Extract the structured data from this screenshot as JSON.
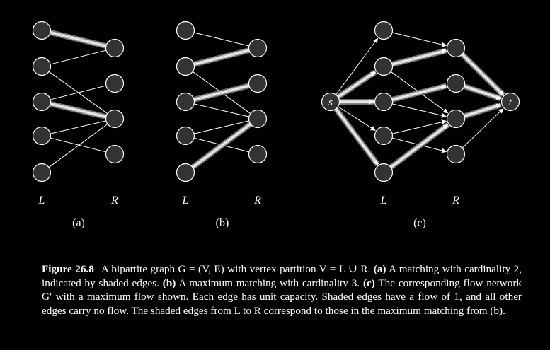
{
  "panels": [
    {
      "id": "a",
      "label": "(a)",
      "left_label": "L",
      "right_label": "R",
      "left_nodes": 5,
      "right_nodes": 4,
      "edges": [
        [
          0,
          0
        ],
        [
          1,
          0
        ],
        [
          1,
          2
        ],
        [
          2,
          1
        ],
        [
          2,
          2
        ],
        [
          3,
          2
        ],
        [
          3,
          3
        ],
        [
          4,
          2
        ]
      ],
      "shaded_edges": [
        [
          0,
          0
        ],
        [
          2,
          2
        ]
      ]
    },
    {
      "id": "b",
      "label": "(b)",
      "left_label": "L",
      "right_label": "R",
      "left_nodes": 5,
      "right_nodes": 4,
      "edges": [
        [
          0,
          0
        ],
        [
          1,
          0
        ],
        [
          1,
          2
        ],
        [
          2,
          1
        ],
        [
          2,
          2
        ],
        [
          3,
          2
        ],
        [
          3,
          3
        ],
        [
          4,
          2
        ]
      ],
      "shaded_edges": [
        [
          1,
          0
        ],
        [
          2,
          1
        ],
        [
          4,
          2
        ]
      ]
    },
    {
      "id": "c",
      "label": "(c)",
      "left_label": "L",
      "right_label": "R",
      "source_label": "s",
      "sink_label": "t",
      "left_nodes": 5,
      "right_nodes": 4,
      "edges": [
        [
          0,
          0
        ],
        [
          1,
          0
        ],
        [
          1,
          2
        ],
        [
          2,
          1
        ],
        [
          2,
          2
        ],
        [
          3,
          2
        ],
        [
          3,
          3
        ],
        [
          4,
          2
        ]
      ],
      "shaded_edges": [
        [
          1,
          0
        ],
        [
          2,
          1
        ],
        [
          4,
          2
        ]
      ],
      "shaded_source_edges": [
        1,
        2,
        4
      ],
      "shaded_sink_edges": [
        0,
        1,
        2
      ]
    }
  ],
  "caption": {
    "figure_label": "Figure 26.8",
    "part1": "A bipartite graph G = (V, E) with vertex partition V = L ∪ R.",
    "a_label": "(a)",
    "a_text": "A matching with cardinality 2, indicated by shaded edges.",
    "b_label": "(b)",
    "b_text": "A maximum matching with cardinality 3.",
    "c_label": "(c)",
    "c_text": "The corresponding flow network G′ with a maximum flow shown. Each edge has unit capacity. Shaded edges have a flow of 1, and all other edges carry no flow. The shaded edges from L to R correspond to those in the maximum matching from (b)."
  },
  "colors": {
    "background": "#000000",
    "node_fill": "#333333",
    "node_stroke": "#ffffff",
    "edge": "#ffffff",
    "shade_outer": "#6e6e6e",
    "shade_inner": "#cfcfcf"
  }
}
